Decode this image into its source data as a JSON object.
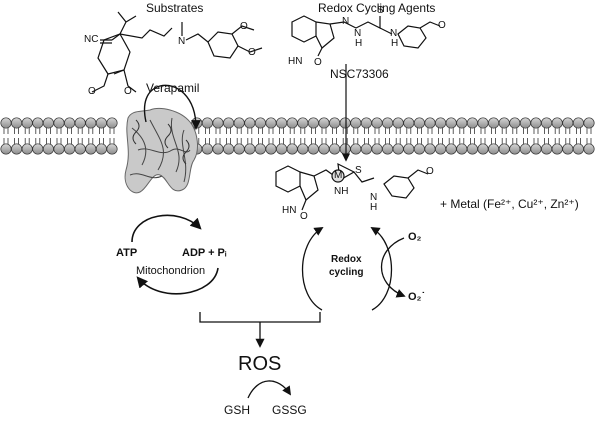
{
  "headings": {
    "substrates": "Substrates",
    "redox_agents": "Redox Cycling Agents"
  },
  "compounds": {
    "verapamil": "Verapamil",
    "nsc": "NSC73306"
  },
  "atoms": {
    "n": "N",
    "nh": "NH",
    "hn": "HN",
    "h": "H",
    "o": "O",
    "s": "S",
    "nc": "NC",
    "m": "M"
  },
  "metal": "+ Metal (Fe²⁺, Cu²⁺, Zn²⁺)",
  "atp_cycle": {
    "atp": "ATP",
    "adp": "ADP + Pᵢ",
    "mitochondrion": "Mitochondrion"
  },
  "redox": {
    "label_line1": "Redox",
    "label_line2": "cycling",
    "o2": "O₂",
    "o2_radical": "O₂˙"
  },
  "ros": "ROS",
  "glutathione": {
    "gsh": "GSH",
    "gssg": "GSSG"
  }
}
